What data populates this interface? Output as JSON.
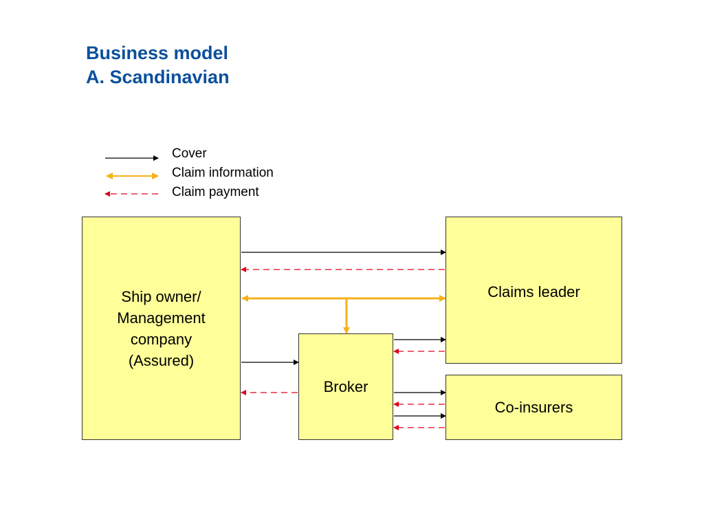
{
  "title": {
    "line1": "Business model",
    "line2": "A. Scandinavian"
  },
  "legend": [
    {
      "label": "Cover",
      "style": "solid",
      "color": "#000000"
    },
    {
      "label": "Claim information",
      "style": "bidirectional",
      "color": "#f5b21b"
    },
    {
      "label": "Claim payment",
      "style": "dashed",
      "color": "#e3001b"
    }
  ],
  "nodes": {
    "ship_owner": {
      "line1": "Ship owner/",
      "line2": "Management",
      "line3": "company",
      "line4": "(Assured)"
    },
    "claims_leader": {
      "label": "Claims leader"
    },
    "broker": {
      "label": "Broker"
    },
    "co_insurers": {
      "label": "Co-insurers"
    }
  },
  "colors": {
    "cover": "#000000",
    "claim_information": "#f5b21b",
    "claim_payment": "#e3001b",
    "box_fill": "#ffff99",
    "title": "#0b4f9c"
  }
}
